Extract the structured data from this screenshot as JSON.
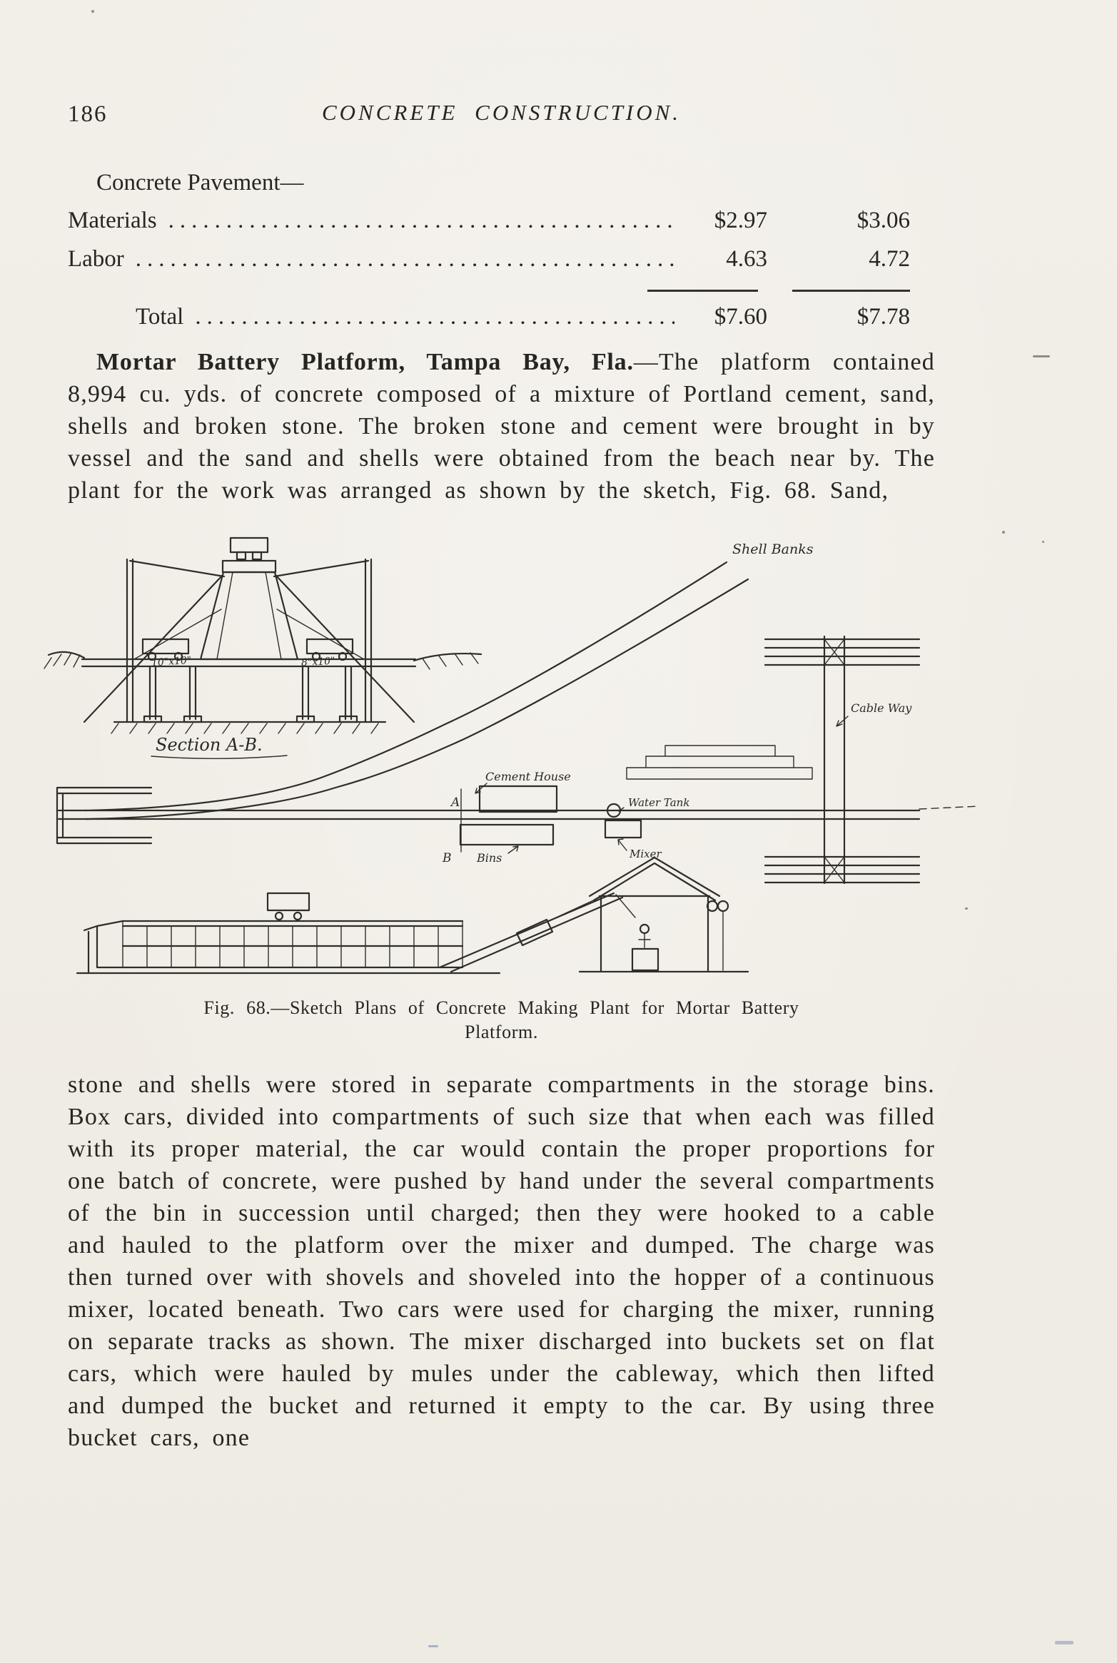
{
  "page": {
    "number": "186",
    "running_title": "CONCRETE CONSTRUCTION."
  },
  "cost_table": {
    "heading": "Concrete Pavement—",
    "rows": [
      {
        "label": "Materials",
        "leader": "............................................................",
        "col1": "$2.97",
        "col2": "$3.06"
      },
      {
        "label": "Labor",
        "leader": "............................................................",
        "col1": "4.63",
        "col2": "4.72"
      }
    ],
    "total_row": {
      "label": "Total",
      "leader": "............................................................",
      "col1": "$7.60",
      "col2": "$7.78"
    }
  },
  "body": {
    "para1_lead": "Mortar Battery Platform, Tampa Bay, Fla.",
    "para1_text": "—The platform contained 8,994 cu. yds. of concrete composed of a mixture of Portland cement, sand, shells and broken stone. The broken stone and cement were brought in by vessel and the sand and shells were obtained from the beach near by. The plant for the work was arranged as shown by the sketch, Fig. 68. Sand,",
    "para2_text": "stone and shells were stored in separate compartments in the storage bins. Box cars, divided into compartments of such size that when each was filled with its proper material, the car would contain the proper proportions for one batch of concrete, were pushed by hand under the several compartments of the bin in succession until charged; then they were hooked to a cable and hauled to the platform over the mixer and dumped. The charge was then turned over with shovels and shoveled into the hopper of a continuous mixer, located beneath. Two cars were used for charging the mixer, running on separate tracks as shown. The mixer discharged into buckets set on flat cars, which were hauled by mules under the cableway, which then lifted and dumped the bucket and returned it empty to the car. By using three bucket cars, one"
  },
  "figure": {
    "caption_line1": "Fig. 68.—Sketch Plans of Concrete Making Plant for Mortar Battery",
    "caption_line2": "Platform.",
    "labels": {
      "shell_banks": "Shell Banks",
      "section_ab": "Section A-B.",
      "timber_left": "10\"x10\"",
      "timber_right": "8\"x10\"",
      "cable_way": "Cable Way",
      "cement_house": "Cement House",
      "water_tank": "Water Tank",
      "bins": "Bins",
      "mixer": "Mixer",
      "marker_a": "A",
      "marker_b": "B"
    }
  }
}
